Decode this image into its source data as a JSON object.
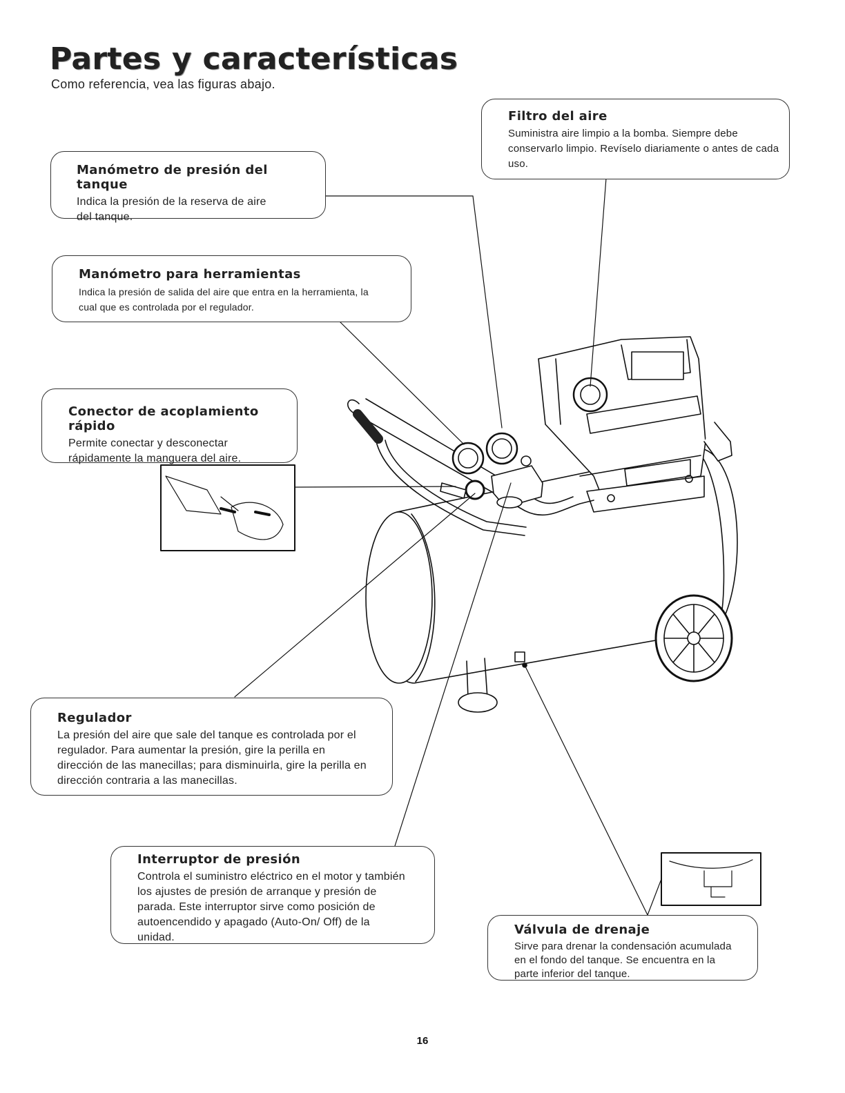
{
  "page": {
    "title": "Partes y características",
    "subtitle": "Como referencia, vea las figuras abajo.",
    "page_number": "16"
  },
  "callouts": {
    "tank_gauge": {
      "heading": "Manómetro de presión del tanque",
      "text": "Indica la presión de la reserva de aire del tanque."
    },
    "tool_gauge": {
      "heading": "Manómetro para herramientas",
      "text": "Indica la presión de salida del aire que entra en la herramienta, la cual que es controlada por el regulador."
    },
    "quick_coupler": {
      "heading": "Conector de acoplamiento rápido",
      "text": "Permite conectar y desconectar rápidamente la manguera del aire."
    },
    "air_filter": {
      "heading": "Filtro del aire",
      "text": "Suministra aire limpio a la bomba. Siempre debe conservarlo limpio. Revíselo diariamente o antes de cada uso."
    },
    "regulator": {
      "heading": "Regulador",
      "text": "La presión del aire que sale del tanque es controlada por el regulador. Para aumentar la presión, gire la perilla en dirección de las manecillas; para disminuirla, gire la perilla en dirección contraria a las manecillas."
    },
    "pressure_switch": {
      "heading": "Interruptor de presión",
      "text": "Controla el suministro eléctrico en el motor y también los ajustes de presión de arranque y presión de parada. Este interruptor sirve como posición de autoencendido y apagado (Auto-On/ Off) de la unidad."
    },
    "drain_valve": {
      "heading": "Válvula de drenaje",
      "text": "Sirve para drenar la condensación acumulada en el fondo del tanque. Se encuentra en la parte inferior del tanque."
    }
  }
}
